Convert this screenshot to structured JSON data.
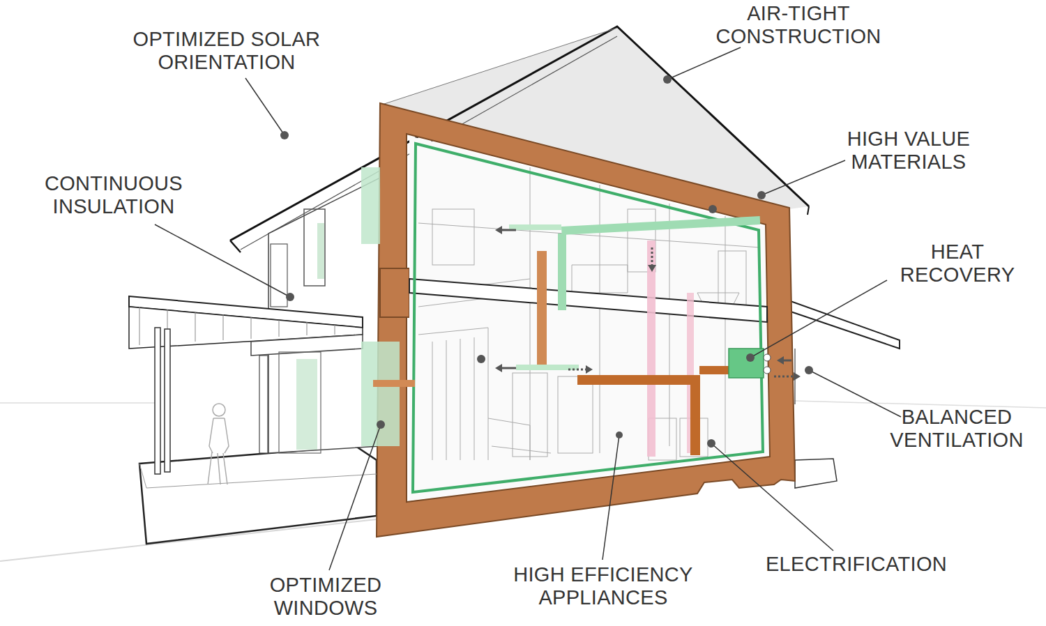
{
  "diagram": {
    "labels": [
      "OPTIMIZED SOLAR ORIENTATION",
      "AIR-TIGHT CONSTRUCTION",
      "HIGH VALUE MATERIALS",
      "CONTINUOUS INSULATION",
      "HEAT RECOVERY",
      "BALANCED VENTILATION",
      "OPTIMIZED WINDOWS",
      "HIGH EFFICIENCY APPLIANCES",
      "ELECTRIFICATION"
    ]
  }
}
